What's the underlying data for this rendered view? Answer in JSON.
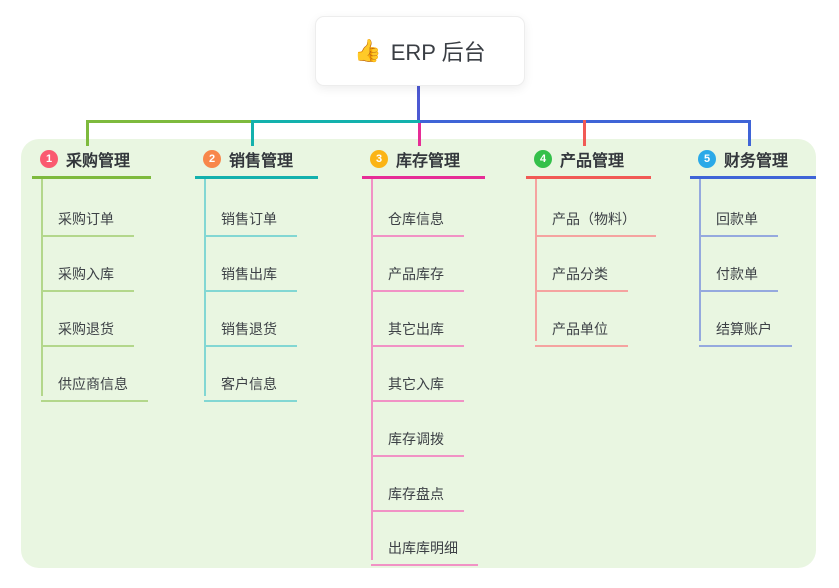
{
  "diagram_type": "mindmap",
  "root": {
    "label": "ERP 后台",
    "icon_char": "👍"
  },
  "branches": [
    {
      "number": "1",
      "label": "采购管理",
      "badge_color": "#fa5a70",
      "main_color": "#7eba3d",
      "light_color": "#b3d78b",
      "children": [
        "采购订单",
        "采购入库",
        "采购退货",
        "供应商信息"
      ]
    },
    {
      "number": "2",
      "label": "销售管理",
      "badge_color": "#f8874a",
      "main_color": "#13b1ad",
      "light_color": "#82d7d3",
      "children": [
        "销售订单",
        "销售出库",
        "销售退货",
        "客户信息"
      ]
    },
    {
      "number": "3",
      "label": "库存管理",
      "badge_color": "#fbb415",
      "main_color": "#e62d96",
      "light_color": "#f192c5",
      "children": [
        "仓库信息",
        "产品库存",
        "其它出库",
        "其它入库",
        "库存调拨",
        "库存盘点",
        "出库库明细"
      ]
    },
    {
      "number": "4",
      "label": "产品管理",
      "badge_color": "#34c04a",
      "main_color": "#f15a55",
      "light_color": "#f5a3a0",
      "children": [
        "产品（物料）",
        "产品分类",
        "产品单位"
      ]
    },
    {
      "number": "5",
      "label": "财务管理",
      "badge_color": "#2aa9e8",
      "main_color": "#3f64d7",
      "light_color": "#95a9de",
      "children": [
        "回款单",
        "付款单",
        "结算账户"
      ]
    }
  ],
  "colors": {
    "stem": "#4d59d3",
    "panel": "#e9f6e1",
    "background": "#ffffff",
    "text": "#3d4146"
  }
}
